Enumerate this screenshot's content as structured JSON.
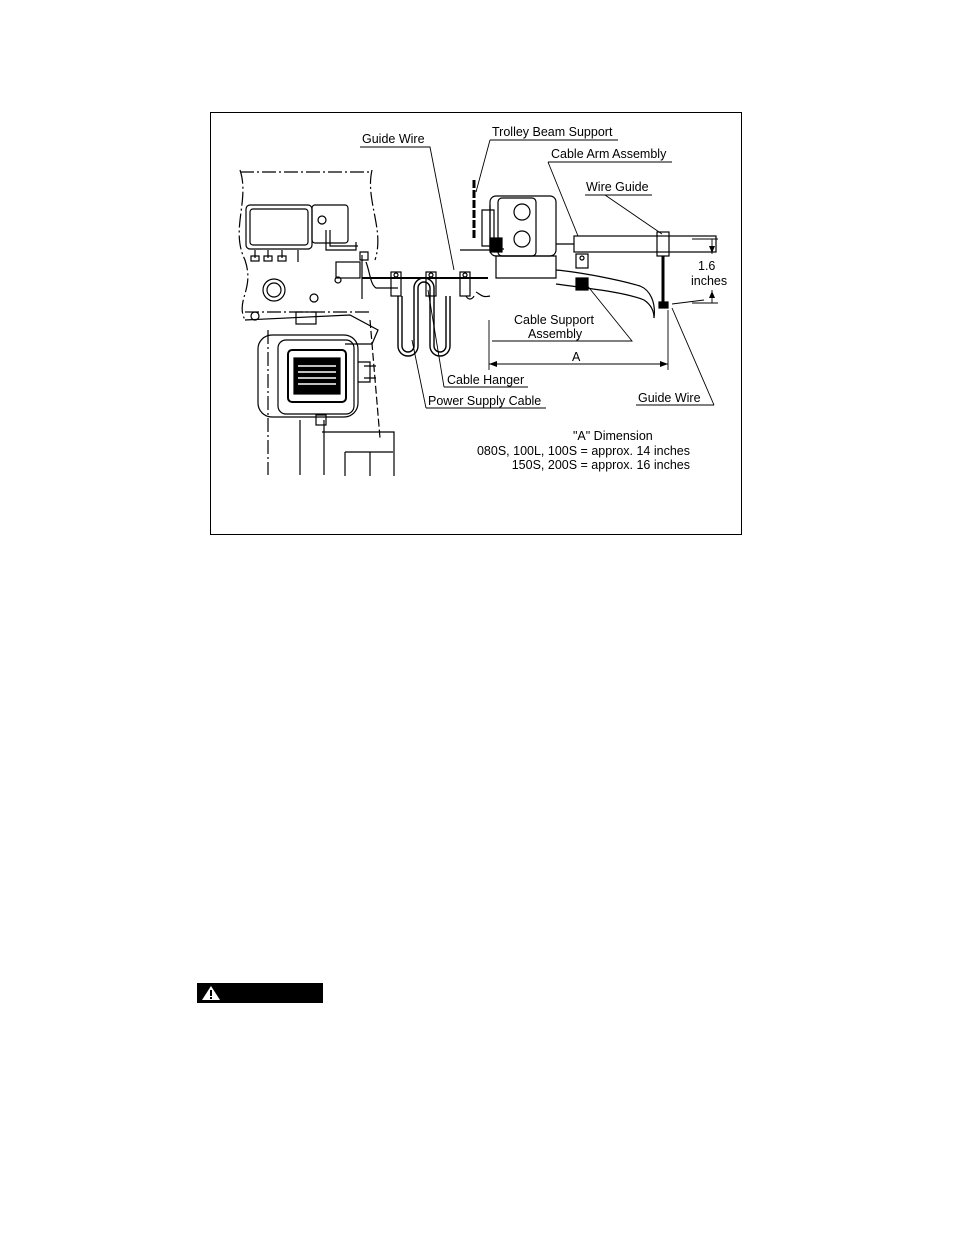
{
  "figure": {
    "labels": {
      "guide_wire_top": "Guide Wire",
      "trolley_beam_support": "Trolley Beam Support",
      "cable_arm_assembly": "Cable Arm Assembly",
      "wire_guide": "Wire Guide",
      "dim_value": "1.6",
      "dim_unit": "inches",
      "cable_support_line1": "Cable Support",
      "cable_support_line2": "Assembly",
      "dimension_a": "A",
      "cable_hanger": "Cable Hanger",
      "power_supply_cable": "Power Supply Cable",
      "guide_wire_bottom": "Guide Wire"
    },
    "a_dimension": {
      "title": "\"A\" Dimension",
      "rows": [
        "080S, 100L, 100S = approx.  14 inches",
        "150S, 200S = approx.  16 inches"
      ]
    }
  },
  "warning": {
    "icon": "warning-triangle-icon"
  }
}
